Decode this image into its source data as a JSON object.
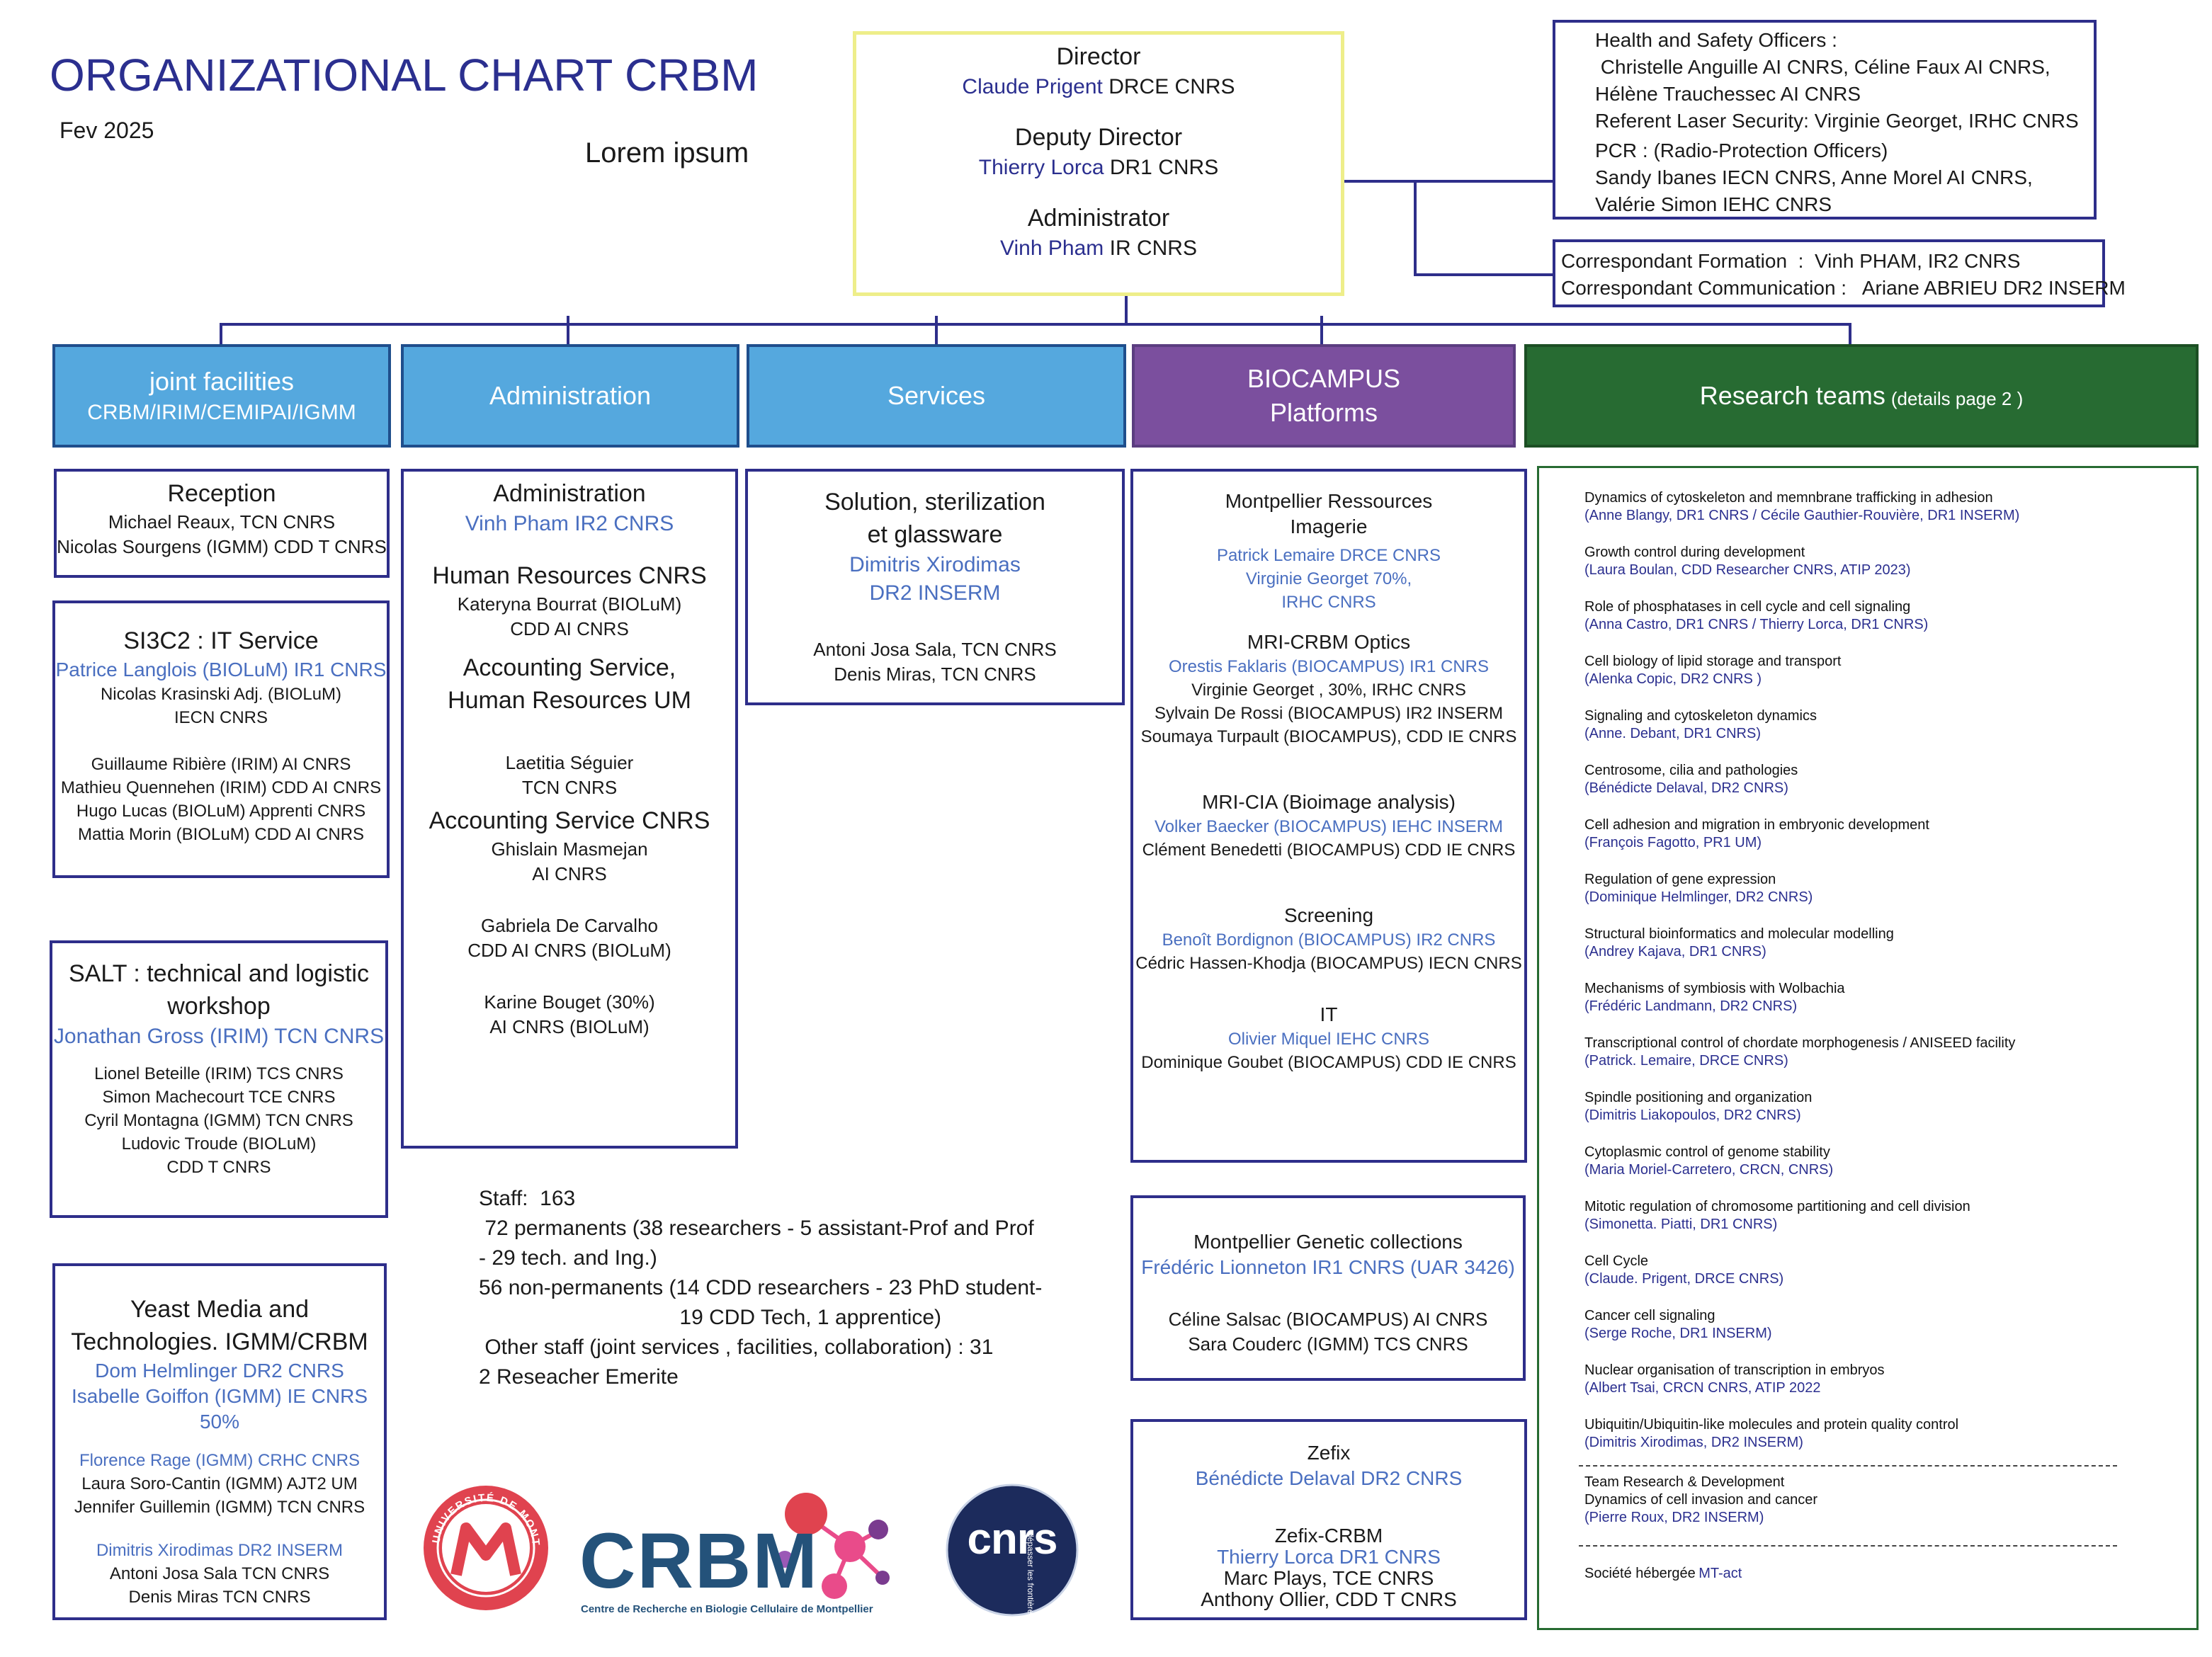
{
  "title": "ORGANIZATIONAL CHART CRBM",
  "date": "Fev 2025",
  "lorem": "Lorem ipsum",
  "direction": {
    "director_role": "Director",
    "director_name": "Claude Prigent",
    "director_grade": "DRCE CNRS",
    "deputy_role": "Deputy Director",
    "deputy_name": "Thierry Lorca",
    "deputy_grade": "DR1 CNRS",
    "admin_role": "Administrator",
    "admin_name": "Vinh Pham",
    "admin_grade": "IR CNRS"
  },
  "safety": [
    "Health and Safety Officers :",
    " Christelle Anguille AI CNRS, Céline Faux AI CNRS,",
    "Hélène Trauchessec AI CNRS",
    "Referent Laser Security: Virginie Georget, IRHC CNRS",
    "PCR : (Radio-Protection Officers)",
    "Sandy Ibanes IECN CNRS, Anne Morel AI CNRS,",
    "Valérie Simon IEHC CNRS"
  ],
  "correspondants": [
    "Correspondant Formation  :  Vinh PHAM, IR2 CNRS",
    "Correspondant Communication :   Ariane ABRIEU DR2 INSERM"
  ],
  "headers": {
    "joint_line1": "joint facilities",
    "joint_line2": "CRBM/IRIM/CEMIPAI/IGMM",
    "administration": "Administration",
    "services": "Services",
    "biocampus_line1": "BIOCAMPUS",
    "biocampus_line2": "Platforms",
    "research": "Research teams",
    "research_details": "(details page 2 )"
  },
  "colors": {
    "header_blue": "#55a8de",
    "biocampus_purple": "#7b4f9e",
    "research_green": "#276b32",
    "director_border": "#eeee8a",
    "navy": "#2e2e8a"
  },
  "reception": {
    "title": "Reception",
    "lines": [
      "Michael Reaux, TCN CNRS",
      "Nicolas Sourgens (IGMM) CDD T CNRS"
    ]
  },
  "si3c2": {
    "title": "SI3C2 : IT Service",
    "head": "Patrice Langlois (BIOLuM) IR1 CNRS",
    "lines": [
      "Nicolas Krasinski Adj.   (BIOLuM)",
      "IECN CNRS",
      "",
      "Guillaume Ribière (IRIM) AI CNRS",
      "Mathieu Quennehen (IRIM) CDD AI CNRS",
      "Hugo Lucas (BIOLuM) Apprenti CNRS",
      "Mattia Morin (BIOLuM) CDD AI CNRS"
    ]
  },
  "salt": {
    "title_line1": "SALT : technical and logistic",
    "title_line2": "workshop",
    "head": "Jonathan Gross (IRIM) TCN CNRS",
    "lines": [
      "Lionel Beteille (IRIM) TCS CNRS",
      "Simon Machecourt  TCE CNRS",
      "Cyril Montagna (IGMM) TCN CNRS",
      "Ludovic Troude (BIOLuM)",
      "CDD  T CNRS"
    ]
  },
  "yeast": {
    "title_line1": "Yeast Media and",
    "title_line2": "Technologies. IGMM/CRBM",
    "heads": [
      "Dom Helmlinger  DR2 CNRS",
      "Isabelle Goiffon (IGMM) IE CNRS 50%"
    ],
    "head2": "Florence Rage (IGMM) CRHC CNRS",
    "lines1": [
      "Laura Soro-Cantin (IGMM) AJT2 UM",
      "Jennifer Guillemin (IGMM) TCN CNRS"
    ],
    "head3": "Dimitris Xirodimas DR2 INSERM",
    "lines2": [
      "Antoni Josa Sala TCN CNRS",
      "Denis Miras TCN CNRS"
    ]
  },
  "administration": {
    "title": "Administration",
    "head": "Vinh Pham IR2 CNRS",
    "hr_title": "Human Resources CNRS",
    "hr_lines": [
      "Kateryna Bourrat (BIOLuM)",
      "CDD AI CNRS"
    ],
    "acc_um_title_line1": "Accounting Service,",
    "acc_um_title_line2": "Human Resources UM",
    "acc_um_lines": [
      "Laetitia Séguier",
      "TCN CNRS"
    ],
    "acc_cnrs_title": "Accounting Service CNRS",
    "acc_cnrs_lines": [
      "Ghislain Masmejan",
      "AI CNRS"
    ],
    "more1": [
      "Gabriela De Carvalho",
      "CDD AI CNRS (BIOLuM)"
    ],
    "more2": [
      "Karine Bouget (30%)",
      "AI CNRS (BIOLuM)"
    ]
  },
  "services": {
    "title_line1": "Solution, sterilization",
    "title_line2": "et glassware",
    "heads": [
      "Dimitris Xirodimas",
      "DR2 INSERM"
    ],
    "lines": [
      "Antoni Josa Sala, TCN CNRS",
      "Denis Miras, TCN CNRS"
    ]
  },
  "staff": [
    "Staff:  163",
    " 72 permanents (38 researchers - 5 assistant-Prof and Prof",
    "- 29 tech. and Ing.)",
    "56 non-permanents (14 CDD researchers - 23 PhD student-",
    "                                  19 CDD Tech, 1 apprentice)",
    " Other staff (joint services , facilities, collaboration) : 31",
    "2 Reseacher Emerite"
  ],
  "biocampus": {
    "mri_title_line1": "Montpellier Ressources",
    "mri_title_line2": "Imagerie",
    "mri_heads": [
      "Patrick Lemaire DRCE CNRS",
      "Virginie Georget  70%,",
      "IRHC CNRS"
    ],
    "optics_title": "MRI-CRBM Optics",
    "optics_head": "Orestis Faklaris (BIOCAMPUS) IR1 CNRS",
    "optics_lines": [
      "Virginie Georget , 30%, IRHC CNRS",
      "Sylvain De Rossi (BIOCAMPUS) IR2 INSERM",
      "Soumaya Turpault (BIOCAMPUS), CDD IE CNRS"
    ],
    "cia_title": "MRI-CIA (Bioimage analysis)",
    "cia_head": "Volker Baecker (BIOCAMPUS) IEHC INSERM",
    "cia_lines": [
      "Clément Benedetti (BIOCAMPUS) CDD IE CNRS"
    ],
    "screening_title": "Screening",
    "screening_head": "Benoît Bordignon (BIOCAMPUS) IR2 CNRS",
    "screening_lines": [
      "Cédric Hassen-Khodja (BIOCAMPUS) IECN CNRS"
    ],
    "it_title": "IT",
    "it_head": "Olivier Miquel IEHC CNRS",
    "it_lines": [
      "Dominique Goubet (BIOCAMPUS) CDD IE CNRS"
    ]
  },
  "genetic": {
    "title": "Montpellier Genetic collections",
    "head": "Frédéric Lionneton IR1 CNRS (UAR 3426)",
    "lines": [
      "Céline Salsac (BIOCAMPUS) AI CNRS",
      "Sara Couderc (IGMM) TCS CNRS"
    ]
  },
  "zefix": {
    "title": "Zefix",
    "head": "Bénédicte Delaval DR2 CNRS",
    "crbm_title": "Zefix-CRBM",
    "crbm_head": "Thierry Lorca DR1 CNRS",
    "crbm_lines": [
      "Marc Plays, TCE CNRS",
      "Anthony Ollier, CDD T CNRS"
    ]
  },
  "teams": [
    {
      "name": "Dynamics of cytoskeleton and memnbrane trafficking in adhesion",
      "lead": "(Anne Blangy, DR1 CNRS / Cécile Gauthier-Rouvière, DR1 INSERM)"
    },
    {
      "name": "Growth control during development",
      "lead": "(Laura Boulan, CDD Researcher CNRS, ATIP 2023)"
    },
    {
      "name": "Role of phosphatases in cell cycle and cell signaling",
      "lead": "(Anna Castro, DR1 CNRS / Thierry Lorca, DR1 CNRS)"
    },
    {
      "name": "Cell biology of lipid storage and transport",
      "lead": "(Alenka Copic, DR2 CNRS )"
    },
    {
      "name": "Signaling and cytoskeleton dynamics",
      "lead": "(Anne. Debant, DR1 CNRS)"
    },
    {
      "name": "Centrosome, cilia and pathologies",
      "lead": "(Bénédicte Delaval, DR2 CNRS)"
    },
    {
      "name": "Cell adhesion and migration in embryonic development",
      "lead": "(François Fagotto, PR1 UM)"
    },
    {
      "name": "Regulation of gene expression",
      "lead": "(Dominique Helmlinger, DR2 CNRS)"
    },
    {
      "name": "Structural bioinformatics and molecular modelling",
      "lead": "(Andrey Kajava, DR1 CNRS)"
    },
    {
      "name": "Mechanisms of symbiosis with Wolbachia",
      "lead": "(Frédéric Landmann, DR2 CNRS)"
    },
    {
      "name": "Transcriptional control of chordate morphogenesis / ANISEED facility",
      "lead": "(Patrick. Lemaire, DRCE CNRS)"
    },
    {
      "name": "Spindle positioning and organization",
      "lead": "(Dimitris Liakopoulos, DR2 CNRS)"
    },
    {
      "name": "Cytoplasmic control of genome stability",
      "lead": "(Maria Moriel-Carretero, CRCN, CNRS)"
    },
    {
      "name": "Mitotic regulation of chromosome partitioning and cell division",
      "lead": "(Simonetta. Piatti, DR1 CNRS)"
    },
    {
      "name": "Cell Cycle",
      "lead": "(Claude. Prigent, DRCE CNRS)"
    },
    {
      "name": "Cancer cell signaling",
      "lead": "(Serge Roche, DR1 INSERM)"
    },
    {
      "name": "Nuclear organisation of transcription in embryos",
      "lead": "(Albert Tsai, CRCN CNRS, ATIP 2022"
    },
    {
      "name": "Ubiquitin/Ubiquitin-like molecules and protein quality control",
      "lead": "(Dimitris Xirodimas, DR2 INSERM)"
    }
  ],
  "team_rd": {
    "title": "Team Research & Development",
    "name": "Dynamics of cell invasion and cancer",
    "lead": "(Pierre Roux, DR2 INSERM)"
  },
  "hosted": {
    "label": "Société hébergée",
    "name": "MT-act"
  },
  "logos": {
    "um_text": "UNIVERSITÉ DE MONTPELLIER",
    "crbm": "CRBM",
    "crbm_sub": "Centre de Recherche en Biologie Cellulaire de Montpellier",
    "cnrs": "cnrs",
    "cnrs_sub": "dépasser les frontières"
  }
}
